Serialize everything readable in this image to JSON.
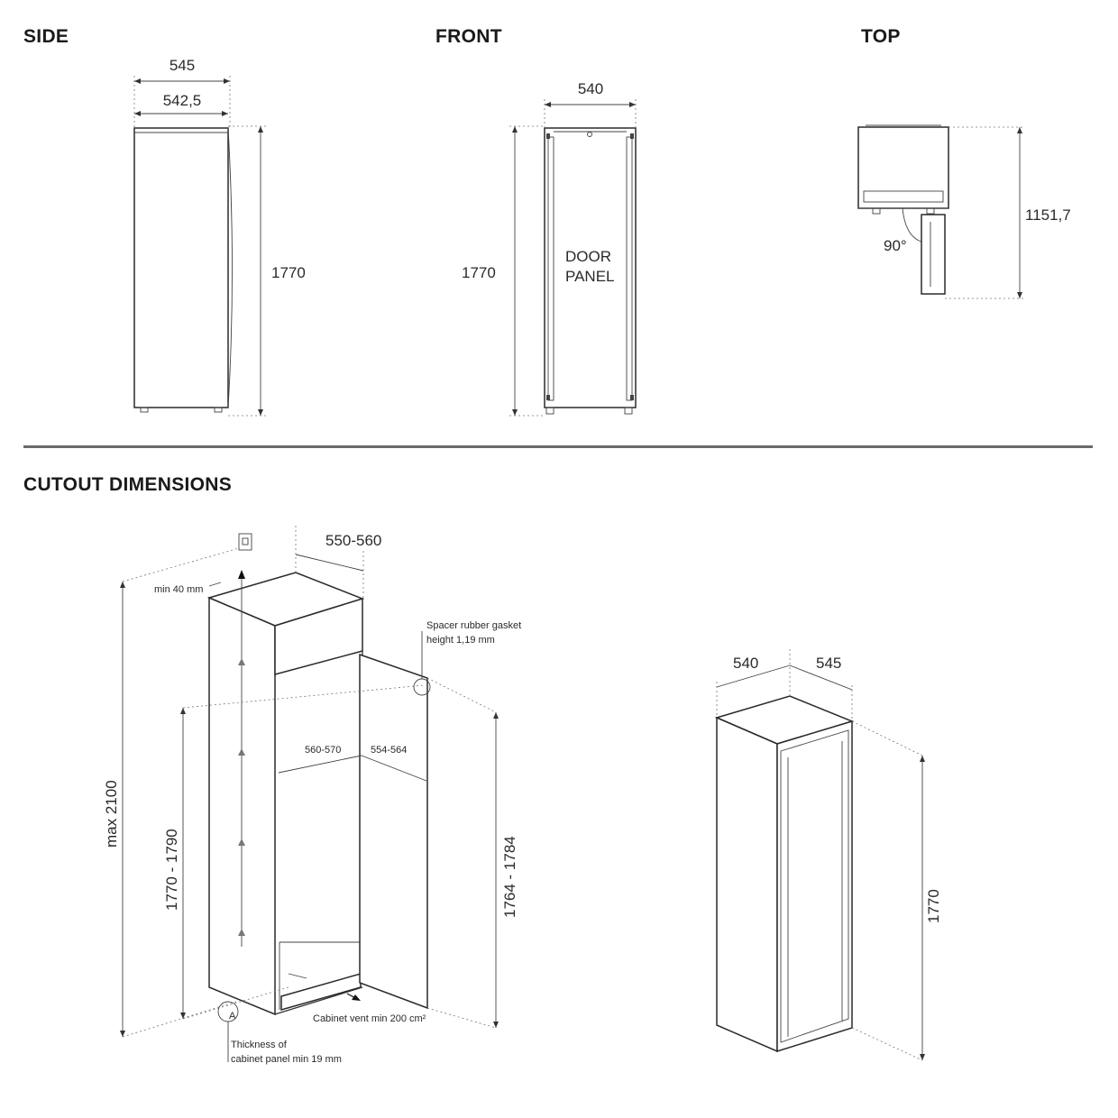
{
  "headings": {
    "side": "SIDE",
    "front": "FRONT",
    "top": "TOP",
    "cutout": "CUTOUT DIMENSIONS"
  },
  "side_view": {
    "outer_width": "545",
    "inner_width": "542,5",
    "height": "1770"
  },
  "front_view": {
    "width": "540",
    "height": "1770",
    "door_label_line1": "DOOR",
    "door_label_line2": "PANEL"
  },
  "top_view": {
    "depth": "1151,7",
    "angle": "90°"
  },
  "cutout": {
    "depth": "550-560",
    "min_gap": "min 40 mm",
    "max_height": "max 2100",
    "height_range": "1770 - 1790",
    "inner_width": "560-570",
    "inner_depth": "554-564",
    "door_height_range": "1764 - 1784",
    "gasket_note_line1": "Spacer rubber gasket",
    "gasket_note_line2": "height 1,19 mm",
    "vent_note": "Cabinet vent min 200 cm²",
    "thickness_note_line1": "Thickness of",
    "thickness_note_line2": "cabinet panel min 19 mm",
    "marker_label": "A"
  },
  "iso_view": {
    "width": "540",
    "depth": "545",
    "height": "1770"
  }
}
